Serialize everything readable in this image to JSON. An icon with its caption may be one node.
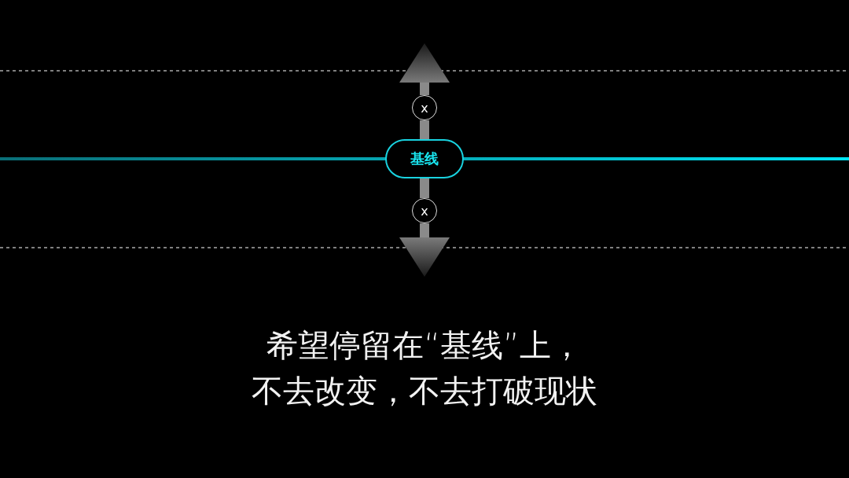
{
  "diagram": {
    "caption": "希望停留在“基线”上，不去改变，不去打破现状",
    "nodes": [
      {
        "text": [
          "x"
        ]
      },
      {
        "text": [
          "基线"
        ]
      },
      {
        "text": [
          "x"
        ]
      }
    ],
    "edges": [
      {
        "from": 1,
        "to": 0,
        "arrow": "none"
      },
      {
        "from": 0,
        "to": null,
        "arrow": "to"
      },
      {
        "from": 1,
        "to": 2,
        "arrow": "none"
      },
      {
        "from": 2,
        "to": null,
        "arrow": "to"
      }
    ]
  }
}
